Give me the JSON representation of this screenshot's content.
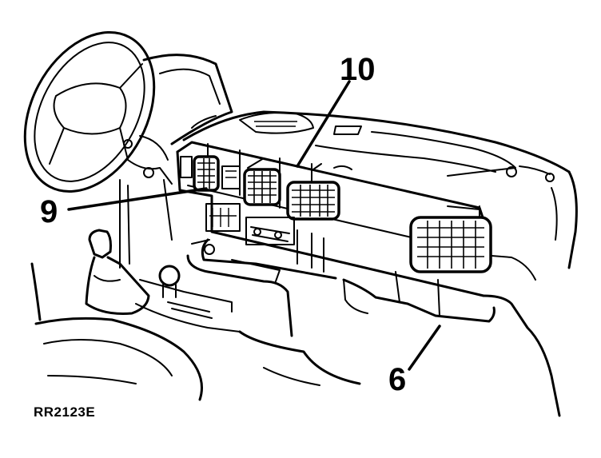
{
  "figure": {
    "callouts": {
      "label_10": "10",
      "label_9": "9",
      "label_6": "6"
    },
    "reference_code": "RR2123E",
    "colors": {
      "ink": "#000000",
      "paper": "#ffffff"
    }
  }
}
